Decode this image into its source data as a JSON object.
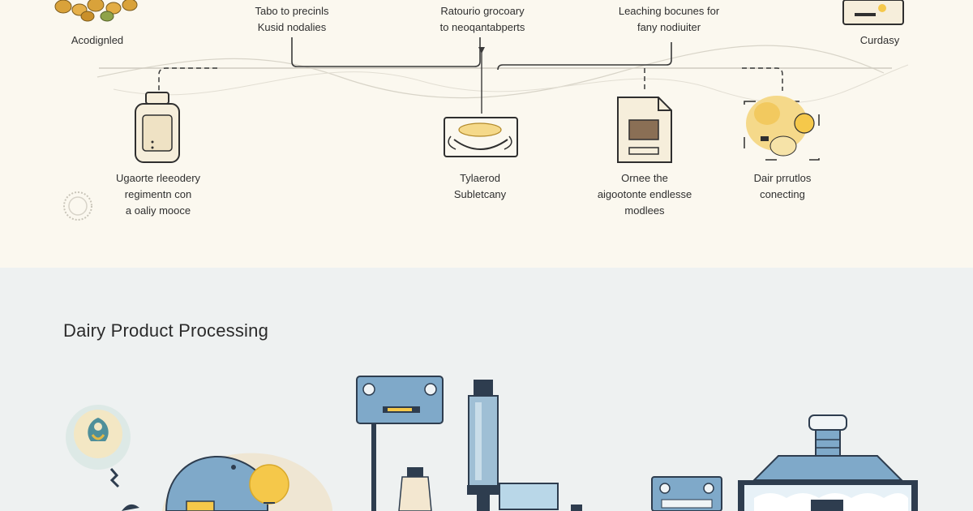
{
  "top_labels": [
    {
      "id": "top-label-left",
      "lines": [
        "Acodignled"
      ]
    },
    {
      "id": "top-label-1",
      "lines": [
        "Tabo to precinls",
        "Kusid nodalies"
      ]
    },
    {
      "id": "top-label-2",
      "lines": [
        "Ratourio grocoary",
        "to neoqantabperts"
      ]
    },
    {
      "id": "top-label-3",
      "lines": [
        "Leaching bocunes for",
        "fany nodiuiter"
      ]
    },
    {
      "id": "top-label-right",
      "lines": [
        "Curdasy"
      ]
    }
  ],
  "step_labels": [
    {
      "id": "step-label-1",
      "lines": [
        "Ugaorte rleeodery",
        "regimentn con",
        "a oaliy mooce"
      ]
    },
    {
      "id": "step-label-2",
      "lines": [
        "Tylaerod",
        "Subletcany"
      ]
    },
    {
      "id": "step-label-3",
      "lines": [
        "Ornee the",
        "aigootonte endlesse",
        "modlees"
      ]
    },
    {
      "id": "step-label-4",
      "lines": [
        "Dair prrutlos",
        "conecting"
      ]
    }
  ],
  "section_title": "Dairy Product Processing",
  "colors": {
    "top_bg": "#fbf8ef",
    "bottom_bg": "#eef1f1",
    "line": "#3a3a3a",
    "accent_yellow": "#f5c84a",
    "machine_blue": "#7fa9c9",
    "machine_dark": "#2e3d4f"
  },
  "icons": {
    "step1": "jar-icon",
    "step2": "bowl-icon",
    "step3": "document-icon",
    "step4": "cheese-icon",
    "left_top": "grain-icon",
    "right_top": "box-icon",
    "left_dial": "circle-dial-icon"
  }
}
